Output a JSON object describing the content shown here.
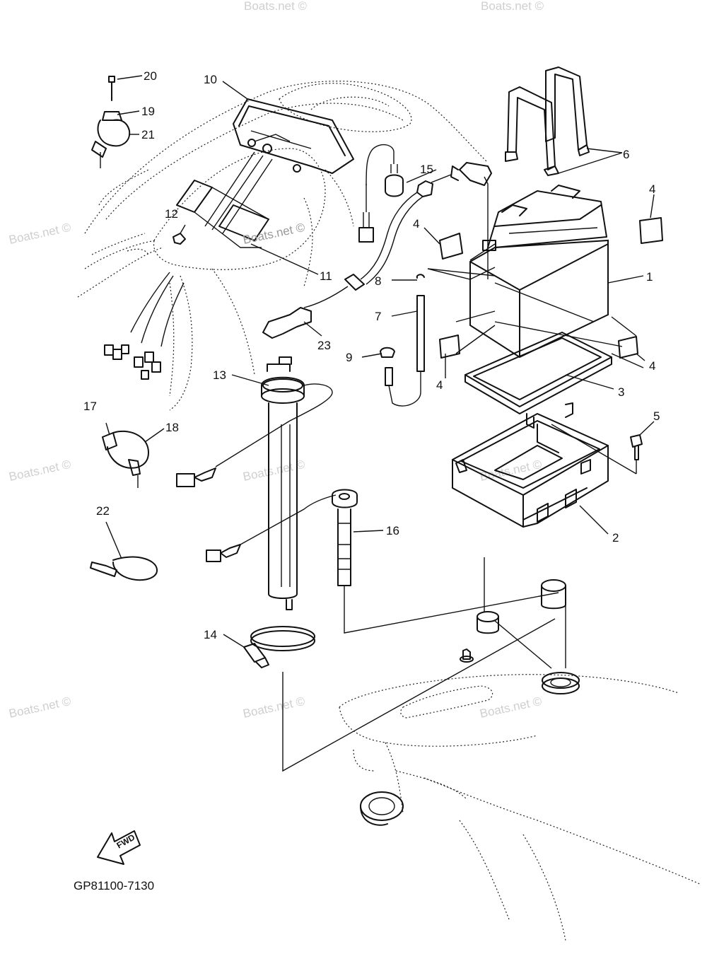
{
  "diagram_code": "GP81100-7130",
  "forward_label": "FWD",
  "watermark": "Boats.net ©",
  "callouts": {
    "c1": "1",
    "c2": "2",
    "c3": "3",
    "c4a": "4",
    "c4b": "4",
    "c4c": "4",
    "c4d": "4",
    "c5": "5",
    "c6": "6",
    "c7": "7",
    "c8": "8",
    "c9": "9",
    "c10": "10",
    "c11": "11",
    "c12": "12",
    "c13": "13",
    "c14": "14",
    "c15": "15",
    "c16": "16",
    "c17": "17",
    "c18": "18",
    "c19": "19",
    "c20": "20",
    "c21": "21",
    "c22": "22",
    "c23": "23"
  }
}
